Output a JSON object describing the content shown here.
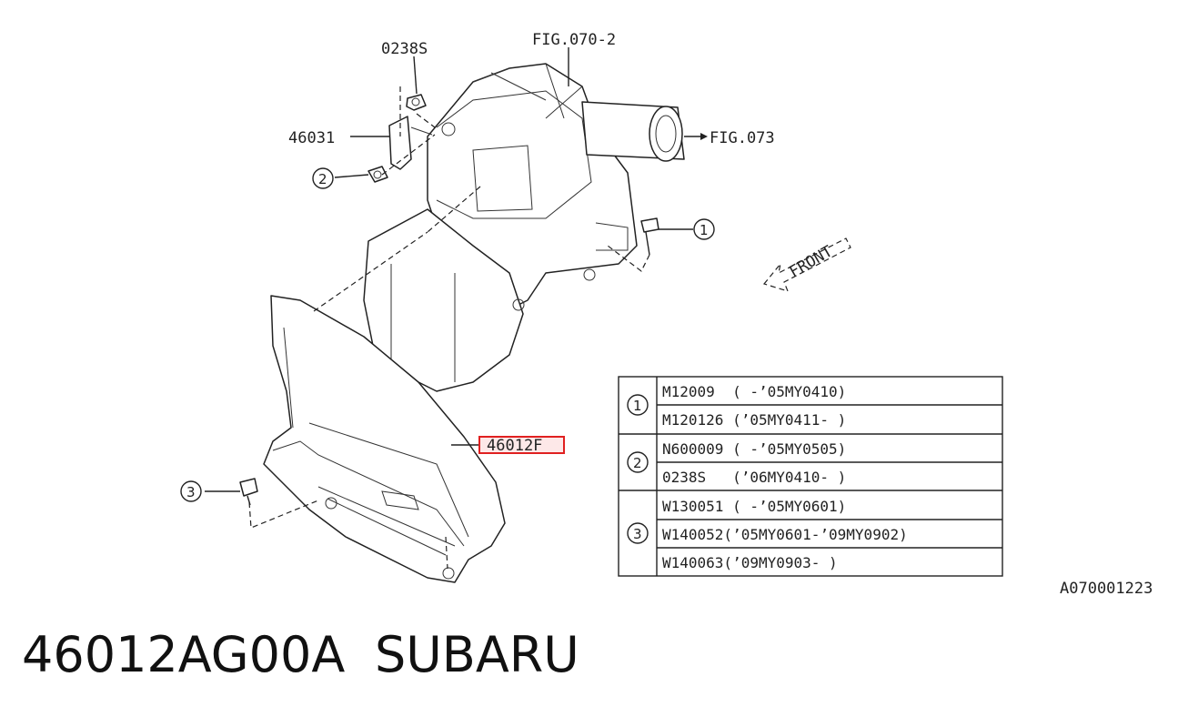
{
  "diagram": {
    "labels": {
      "fig_070": "FIG.070-2",
      "fig_073": "FIG.073",
      "part_0238s": "0238S",
      "part_46031": "46031",
      "part_46012f": "46012F",
      "front": "FRONT",
      "ref_code": "A070001223"
    },
    "callouts": [
      "1",
      "2",
      "3"
    ],
    "highlight_color": "#e02020"
  },
  "table": {
    "groups": [
      {
        "num": "1",
        "rows": [
          "M12009  ( -’05MY0410)",
          "M120126 (’05MY0411- )"
        ]
      },
      {
        "num": "2",
        "rows": [
          "N600009 ( -’05MY0505)",
          "0238S   (’06MY0410- )"
        ]
      },
      {
        "num": "3",
        "rows": [
          "W130051 ( -’05MY0601)",
          "W140052(’05MY0601-’09MY0902)",
          "W140063(’09MY0903- )"
        ]
      }
    ]
  },
  "footer": {
    "part_number": "46012AG00A",
    "brand": "SUBARU"
  }
}
